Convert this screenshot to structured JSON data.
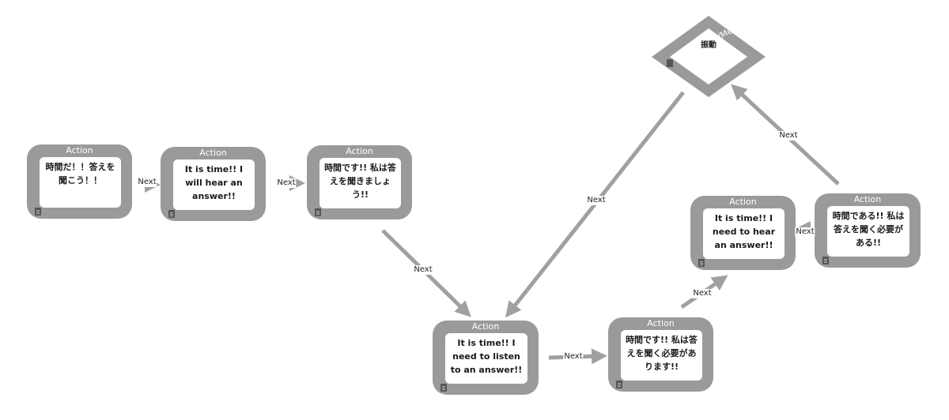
{
  "nodes": [
    {
      "id": "n1",
      "type": "Action",
      "text": "時間だ！！答えを聞こう！！"
    },
    {
      "id": "n2",
      "type": "Action",
      "text": "It is time!! I will hear an answer!!"
    },
    {
      "id": "n3",
      "type": "Action",
      "text": "時間です!! 私は答えを聞きましょう!!"
    },
    {
      "id": "n4",
      "type": "Action",
      "text": "It is time!! I need to listen to an answer!!"
    },
    {
      "id": "n5",
      "type": "Action",
      "text": "時間です!! 私は答えを聞く必要があります!!"
    },
    {
      "id": "n6",
      "type": "Action",
      "text": "It is time!! I need to hear an answer!!"
    },
    {
      "id": "n7",
      "type": "Action",
      "text": "時間である!! 私は答えを聞く必要がある!!"
    }
  ],
  "decision": {
    "type": "Decision/Merge",
    "text": "振動"
  },
  "edges": [
    {
      "from": "n1",
      "to": "n2",
      "label": "Next"
    },
    {
      "from": "n2",
      "to": "n3",
      "label": "Next"
    },
    {
      "from": "n3",
      "to": "n4",
      "label": "Next"
    },
    {
      "from": "n4",
      "to": "n5",
      "label": "Next"
    },
    {
      "from": "n5",
      "to": "n6",
      "label": "Next"
    },
    {
      "from": "n7",
      "to": "n6",
      "label": "Next"
    },
    {
      "from": "n7",
      "to": "decision",
      "label": "Next"
    },
    {
      "from": "decision",
      "to": "n4",
      "label": "Next"
    }
  ]
}
